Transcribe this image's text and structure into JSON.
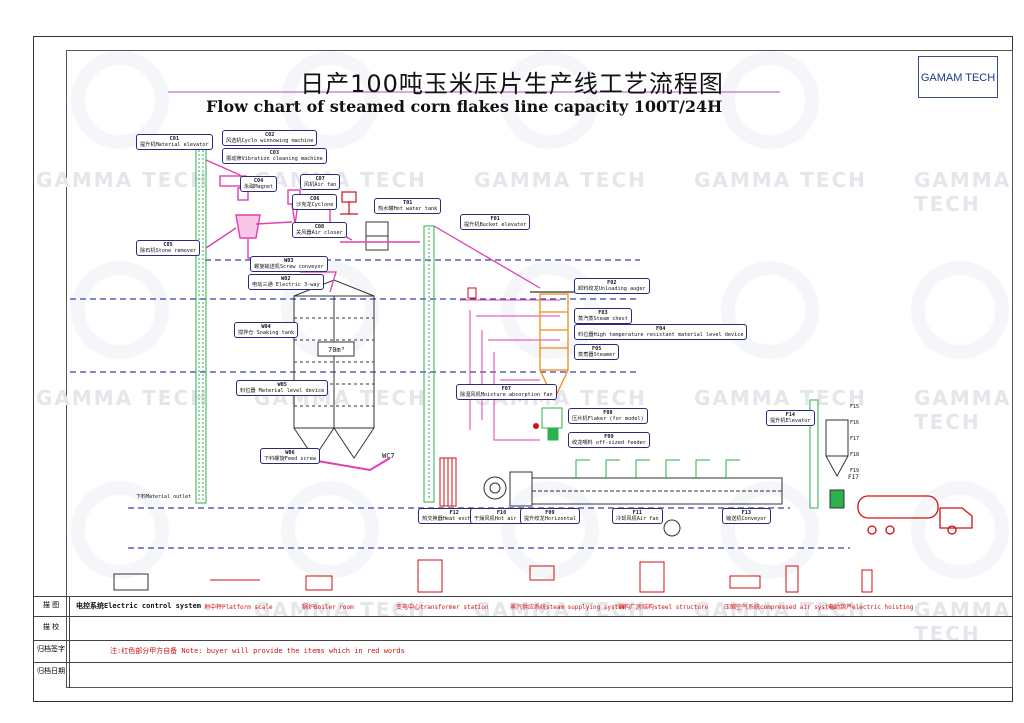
{
  "header": {
    "title_cn": "日产100吨玉米压片生产线工艺流程图",
    "title_en": "Flow chart of steamed corn flakes line capacity 100T/24H",
    "logo": "GAMAM TECH"
  },
  "watermark": "GAMMA TECH",
  "colors": {
    "pipe_pink": "#e23fb0",
    "orange": "#f08a1a",
    "green": "#2bb24c",
    "dash_blue": "#3b3fae",
    "red": "#d01010"
  },
  "tags": [
    {
      "code": "C01",
      "label": "提升机Material elevator"
    },
    {
      "code": "C02",
      "label": "风选机Cyclo winnowing machine"
    },
    {
      "code": "C03",
      "label": "振动筛Vibration cleaning machine"
    },
    {
      "code": "C04",
      "label": "永磁Magnet"
    },
    {
      "code": "C05",
      "label": "除石机Stone remover"
    },
    {
      "code": "C07",
      "label": "风机Air fan"
    },
    {
      "code": "C06",
      "label": "沙克龙Cyclone"
    },
    {
      "code": "C08",
      "label": "关风器Air closer"
    },
    {
      "code": "T01",
      "label": "热水罐Hot water tank"
    },
    {
      "code": "F01",
      "label": "提升机Bucket elevator"
    },
    {
      "code": "W02",
      "label": "电动三通 Electric 3-way"
    },
    {
      "code": "W03",
      "label": "螺旋输送机Screw conveyor"
    },
    {
      "code": "W04",
      "label": "搅拌仓 Soaking tank"
    },
    {
      "code": "W05",
      "label": "料位器 Material level device"
    },
    {
      "code": "W06",
      "label": "下料螺旋Feed screw"
    },
    {
      "code": "F02",
      "label": "卸料绞龙Unloading auger"
    },
    {
      "code": "F03",
      "label": "蒸汽蒸Steam chest"
    },
    {
      "code": "F04",
      "label": "料位器High temperature resistant material level device"
    },
    {
      "code": "F05",
      "label": "蒸煮器Steamer"
    },
    {
      "code": "F07",
      "label": "除湿风机Moisture absorption fan"
    },
    {
      "code": "F08",
      "label": "压片机Flaker (for model)"
    },
    {
      "code": "F09",
      "label": "绞龙喂料 off-sized feeder"
    },
    {
      "code": "F14",
      "label": "提升机Elevator"
    },
    {
      "code": "F12",
      "label": "热交换器Heat exchanger"
    },
    {
      "code": "F10",
      "label": "干燥风机Hot air fan"
    },
    {
      "code": "F09",
      "label": "提升绞龙Horizontal"
    },
    {
      "code": "F11",
      "label": "冷却风机Air fan"
    },
    {
      "code": "F13",
      "label": "输送机Conveyor"
    }
  ],
  "side_texts": {
    "raw_outlet": "下料Material outlet",
    "bin_label": "70m³",
    "wc7": "WC7",
    "f_codes": [
      "F15",
      "F16",
      "F17",
      "F18",
      "F19"
    ],
    "truck_code": "F17"
  },
  "legend": {
    "rows": [
      "描 图",
      "描 校",
      "归档签字",
      "归档日期"
    ],
    "electric": "电控系统Electric control system",
    "items": [
      "地中秤Platform scale",
      "锅炉Boiler room",
      "变电中心transformer station",
      "蒸汽供应系统steam supplying system",
      "钢构厂房结构steel structure",
      "压缩空气系统compressed air system",
      "电动葫芦electric hoisting"
    ],
    "note": "注:红色部分甲方自备  Note: buyer will provide the items which in red words"
  }
}
